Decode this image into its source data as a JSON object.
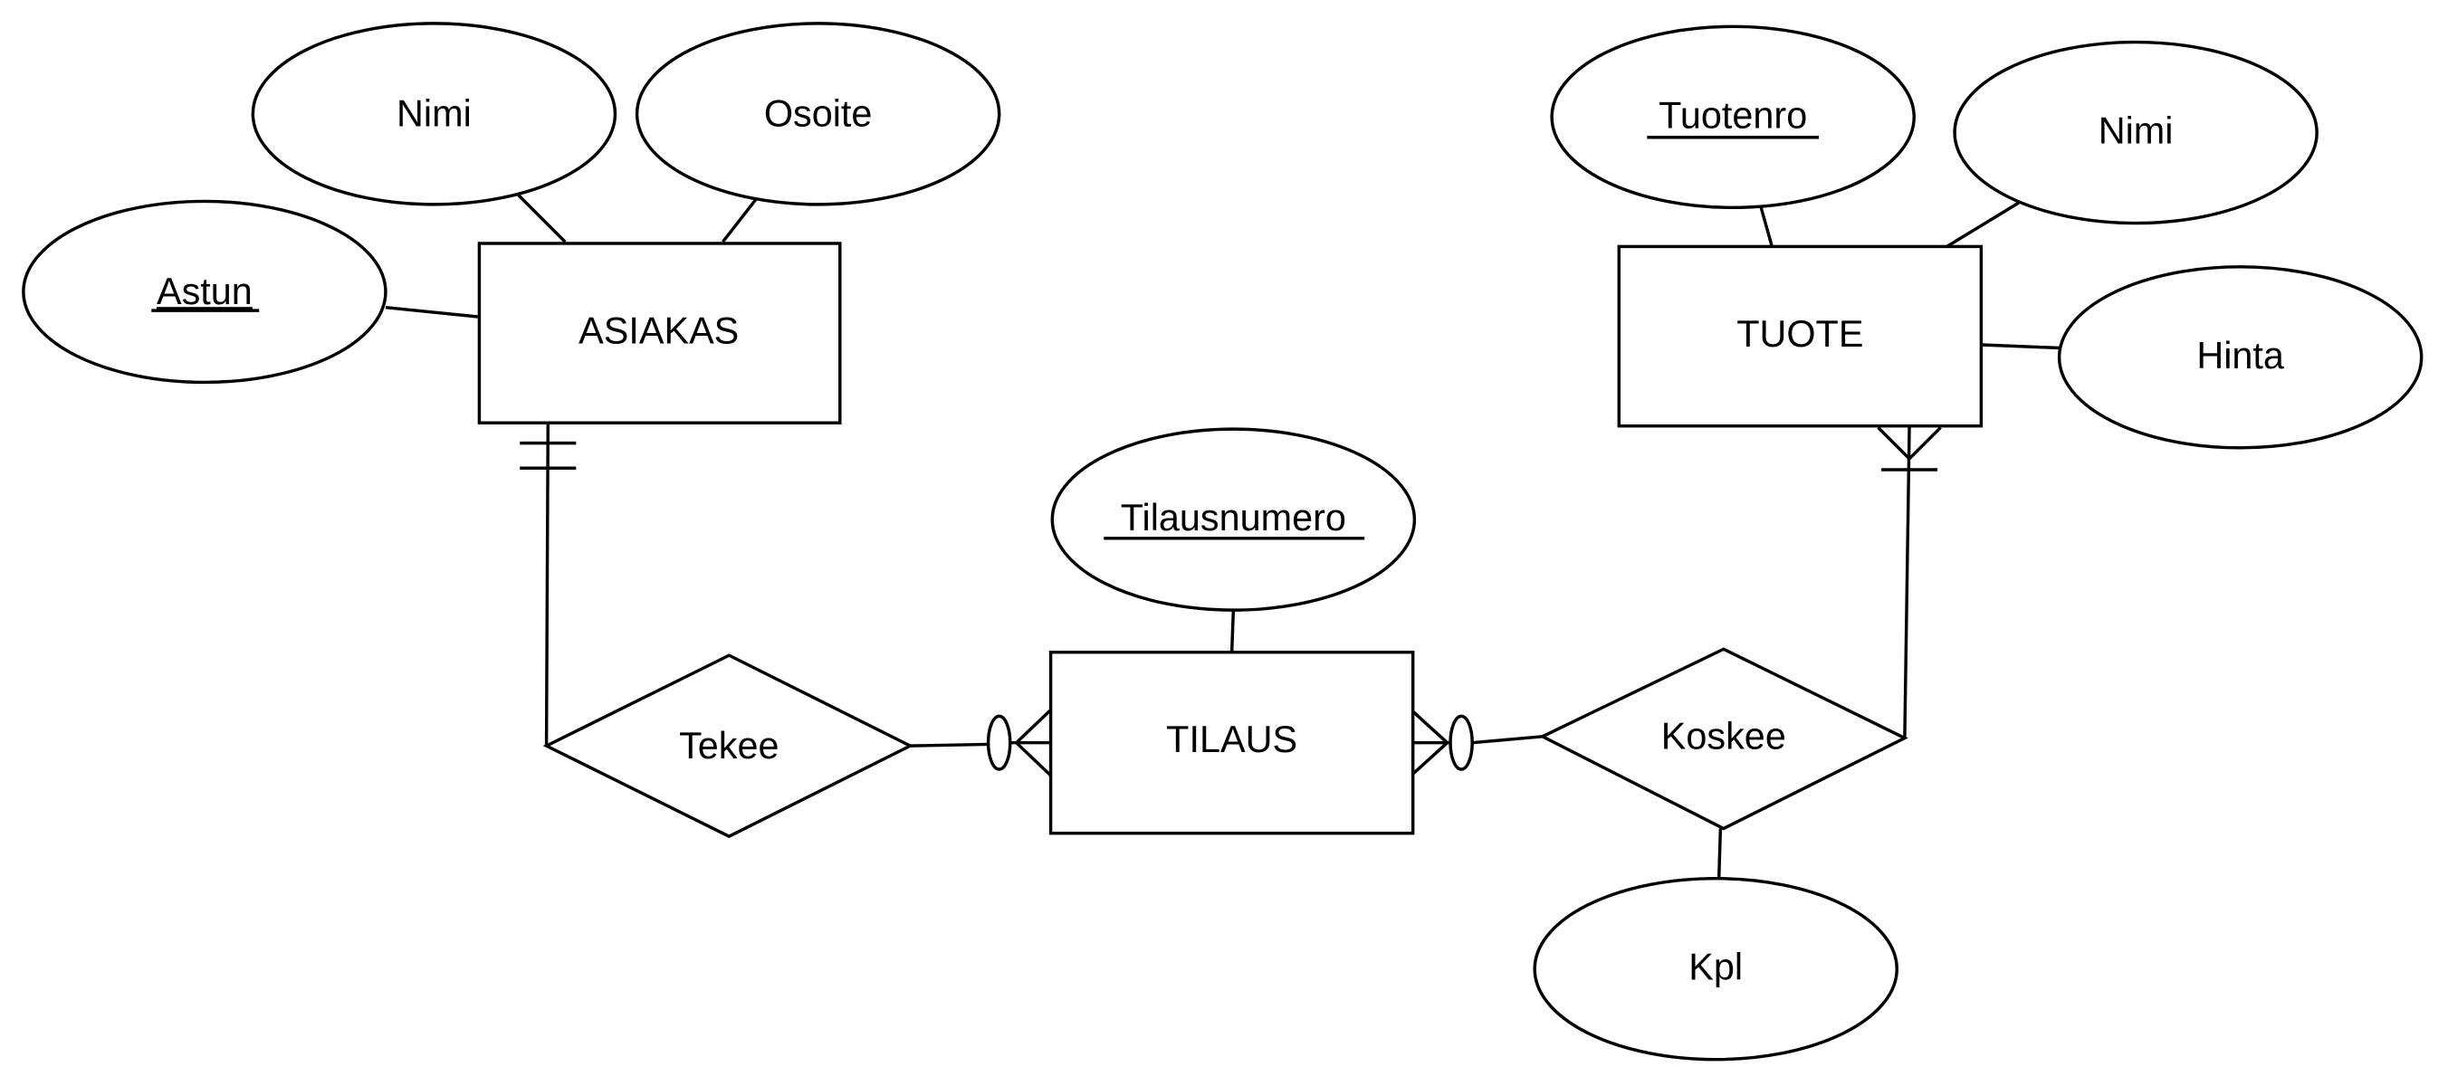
{
  "diagram": {
    "type": "ER diagram (crow's foot notation)",
    "colors": {
      "stroke": "#000000",
      "fill": "#ffffff"
    },
    "entities": [
      {
        "id": "asiakas",
        "label": "ASIAKAS"
      },
      {
        "id": "tilaus",
        "label": "TILAUS"
      },
      {
        "id": "tuote",
        "label": "TUOTE"
      }
    ],
    "relationships": [
      {
        "id": "tekee",
        "label": "Tekee",
        "connects": [
          "ASIAKAS",
          "TILAUS"
        ]
      },
      {
        "id": "koskee",
        "label": "Koskee",
        "connects": [
          "TILAUS",
          "TUOTE"
        ]
      }
    ],
    "attributes": {
      "asiakas_astun": {
        "label": "Astun",
        "key": true,
        "owner": "ASIAKAS"
      },
      "asiakas_nimi": {
        "label": "Nimi",
        "key": false,
        "owner": "ASIAKAS"
      },
      "asiakas_osoite": {
        "label": "Osoite",
        "key": false,
        "owner": "ASIAKAS"
      },
      "tilaus_tilausnumero": {
        "label": "Tilausnumero",
        "key": true,
        "owner": "TILAUS"
      },
      "tuote_tuotenro": {
        "label": "Tuotenro",
        "key": true,
        "owner": "TUOTE"
      },
      "tuote_nimi": {
        "label": "Nimi",
        "key": false,
        "owner": "TUOTE"
      },
      "tuote_hinta": {
        "label": "Hinta",
        "key": false,
        "owner": "TUOTE"
      },
      "koskee_kpl": {
        "label": "Kpl",
        "key": false,
        "owner": "Koskee"
      }
    },
    "cardinalities": [
      {
        "end": "ASIAKAS (Tekee)",
        "notation": "exactly one"
      },
      {
        "end": "TILAUS (Tekee)",
        "notation": "zero or many"
      },
      {
        "end": "TILAUS (Koskee)",
        "notation": "zero or many"
      },
      {
        "end": "TUOTE (Koskee)",
        "notation": "one or many"
      }
    ]
  }
}
